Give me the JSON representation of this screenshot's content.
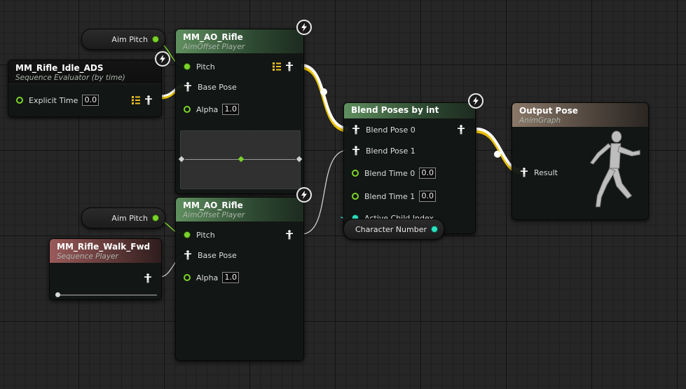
{
  "graph": {
    "nodes": {
      "aim_pitch_top": {
        "label": "Aim Pitch"
      },
      "idle_ads": {
        "title": "MM_Rifle_Idle_ADS",
        "subtitle": "Sequence Evaluator (by time)",
        "pin_explicit_time": "Explicit Time",
        "explicit_time_value": "0.0"
      },
      "ao_rifle_top": {
        "title": "MM_AO_Rifle",
        "subtitle": "AimOffset Player",
        "pin_pitch": "Pitch",
        "pin_base_pose": "Base Pose",
        "pin_alpha": "Alpha",
        "alpha_value": "1.0"
      },
      "aim_pitch_bottom": {
        "label": "Aim Pitch"
      },
      "walk_fwd": {
        "title": "MM_Rifle_Walk_Fwd",
        "subtitle": "Sequence Player"
      },
      "ao_rifle_bottom": {
        "title": "MM_AO_Rifle",
        "subtitle": "AimOffset Player",
        "pin_pitch": "Pitch",
        "pin_base_pose": "Base Pose",
        "pin_alpha": "Alpha",
        "alpha_value": "1.0"
      },
      "blend_poses": {
        "title": "Blend Poses by int",
        "pin_blend_pose_0": "Blend Pose 0",
        "pin_blend_pose_1": "Blend Pose 1",
        "pin_blend_time_0": "Blend Time 0",
        "blend_time_0_value": "0.0",
        "pin_blend_time_1": "Blend Time 1",
        "blend_time_1_value": "0.0",
        "pin_active_child_index": "Active Child Index"
      },
      "character_number": {
        "label": "Character Number"
      },
      "output_pose": {
        "title": "Output Pose",
        "subtitle": "AnimGraph",
        "pin_result": "Result"
      }
    }
  },
  "icons": {
    "fast_path": "lightning-bolt-icon",
    "pose": "pose-figure-icon",
    "pose_list": "pose-list-icon"
  },
  "colors": {
    "exec_pin": "#7bd32a",
    "int_pin": "#2ce0c0",
    "pose_wire": "#ffffff",
    "pose_wire_glow": "#e8c000",
    "anim_header": "#5f8f5f",
    "sequence_player_header": "#9a5a5a",
    "output_header": "#8a7868"
  }
}
